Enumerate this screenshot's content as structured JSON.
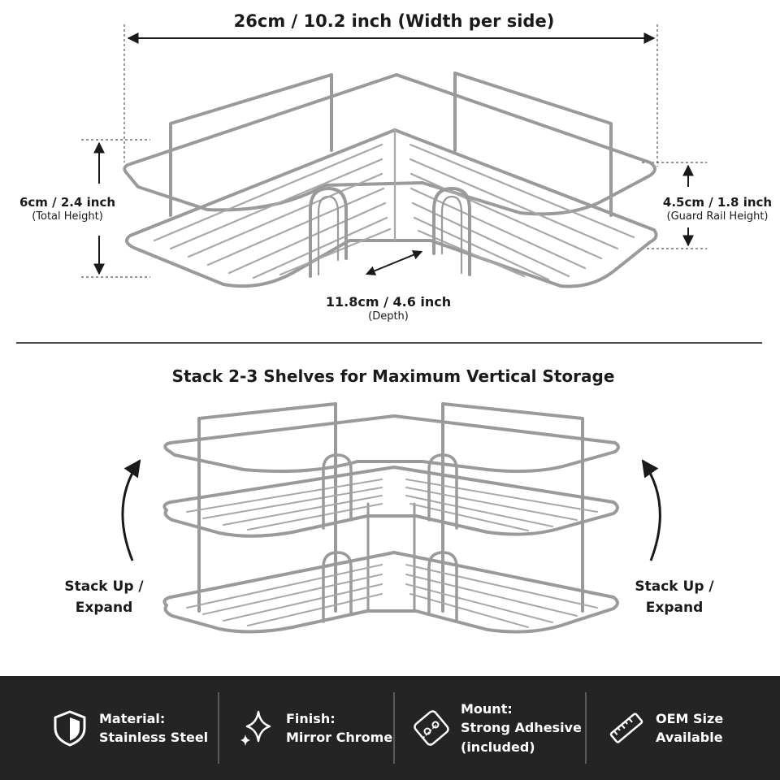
{
  "dimensions": {
    "width": "26cm / 10.2 inch (Width per side)",
    "total_height": {
      "value": "6cm / 2.4 inch",
      "label": "(Total Height)"
    },
    "guard_rail": {
      "value": "4.5cm / 1.8 inch",
      "label": "(Guard Rail Height)"
    },
    "depth": {
      "value": "11.8cm / 4.6 inch",
      "label": "(Depth)"
    }
  },
  "stack": {
    "title": "Stack 2-3 Shelves for Maximum Vertical Storage",
    "left_line1": "Stack Up /",
    "left_line2": "Expand",
    "right_line1": "Stack Up /",
    "right_line2": "Expand"
  },
  "features": [
    {
      "icon": "shield-icon",
      "line1": "Material:",
      "line2": "Stainless Steel"
    },
    {
      "icon": "sparkle-icon",
      "line1": "Finish:",
      "line2": "Mirror Chrome"
    },
    {
      "icon": "adhesive-pad-icon",
      "line1": "Mount:",
      "line2": "Strong Adhesive",
      "line3": "(included)"
    },
    {
      "icon": "ruler-icon",
      "line1": "OEM Size",
      "line2": "Available"
    }
  ],
  "colors": {
    "footer_bg": "#242424",
    "chrome": "#9a9a9a",
    "text": "#1a1a1a"
  }
}
